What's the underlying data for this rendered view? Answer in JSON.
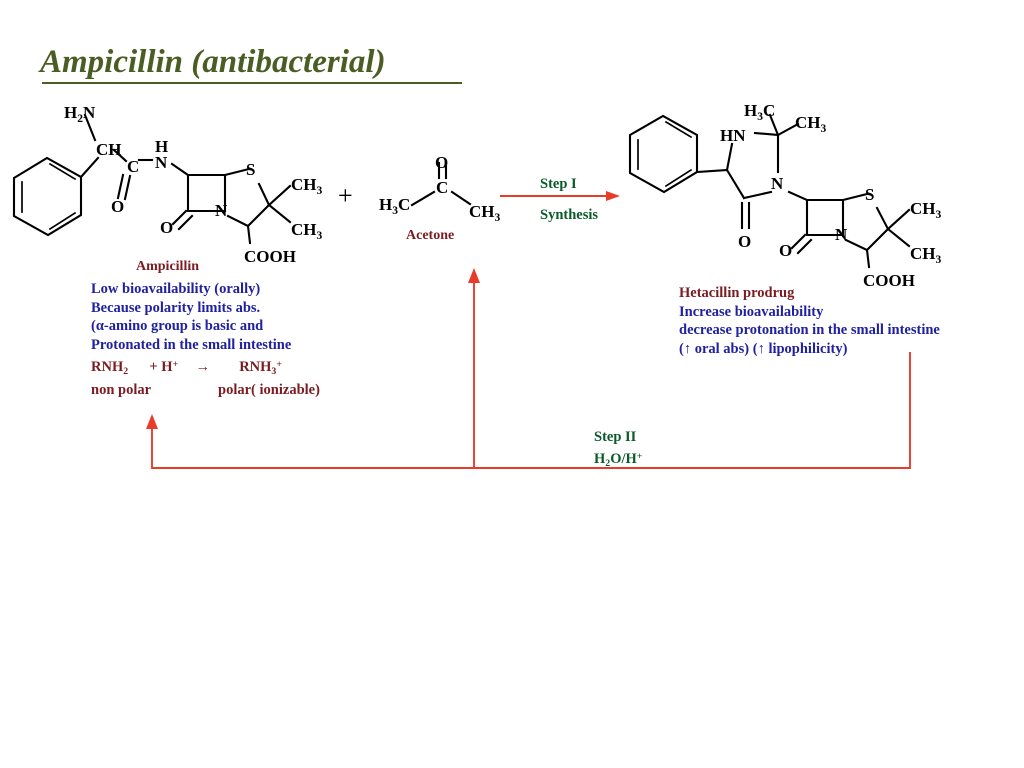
{
  "slide": {
    "title": "Ampicillin (antibacterial)",
    "title_color": "#4a5d23",
    "background": "#ffffff"
  },
  "colors": {
    "blue_text": "#2020a0",
    "red_text": "#7b1b22",
    "green_text": "#0a5a2a",
    "arrow_red": "#e83c2a",
    "bond_black": "#000000"
  },
  "reactant": {
    "caption": "Ampicillin",
    "atoms": {
      "amine": "H2N",
      "methine": "CH",
      "carbonyl_c": "C",
      "amide_h": "H",
      "amide_n": "N",
      "amide_o": "O",
      "lactam_o": "O",
      "sulfur": "S",
      "ring_n": "N",
      "methyl_top": "CH3",
      "methyl_bottom": "CH3",
      "acid": "COOH"
    }
  },
  "coreactant": {
    "caption": "Acetone",
    "plus": "+",
    "atoms": {
      "methyl_left": "H3C",
      "carbonyl_c": "C",
      "carbonyl_o": "O",
      "methyl_right": "CH3"
    }
  },
  "product": {
    "caption": "Hetacillin  prodrug",
    "atoms": {
      "imine_hn": "HN",
      "gem_methyl_top": "H3C",
      "gem_methyl_right": "CH3",
      "ring_n_top": "N",
      "ring_o": "O",
      "lactam_o": "O",
      "sulfur": "S",
      "ring_n": "N",
      "methyl_top": "CH3",
      "methyl_bottom": "CH3",
      "acid": "COOH"
    }
  },
  "steps": {
    "step1": {
      "name": "Step I",
      "detail": "Synthesis"
    },
    "step2": {
      "name": "Step II",
      "detail": "H2O/H+"
    }
  },
  "notes_left": {
    "lines": [
      "Low bioavailability (orally)",
      "Because polarity limits abs.",
      "(α-amino group is basic and",
      "Protonated in the small intestine"
    ],
    "equation": "RNH2    +  H+      →        RNH3+",
    "equation_parts": {
      "left": "RNH",
      "left_sub": "2",
      "middle": "+  H",
      "middle_sup": "+",
      "arrow": "→",
      "right": "RNH",
      "right_sub": "3",
      "right_sup": "+"
    },
    "polarity_left": "non polar",
    "polarity_right": "polar( ionizable)"
  },
  "notes_right": {
    "title": "Hetacillin  prodrug",
    "lines": [
      "Increase bioavailability",
      " decrease protonation  in the small intestine"
    ],
    "arrow_line": {
      "part1_open": "(",
      "part1_arrow": "↑",
      "part1_text": " oral abs)",
      "part2_open": "   (",
      "part2_arrow": "↑",
      "part2_text": " lipophilicity)"
    }
  }
}
